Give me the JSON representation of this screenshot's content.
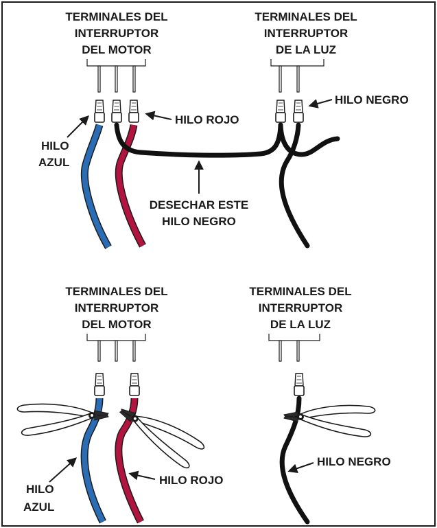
{
  "colors": {
    "border": "#1a1a1a",
    "blue_wire": "#2a6db5",
    "red_wire": "#b0143f",
    "black_wire": "#111111",
    "background": "#ffffff"
  },
  "top_diagram": {
    "motor_switch": {
      "line1": "TERMINALES DEL",
      "line2": "INTERRUPTOR",
      "line3": "DEL MOTOR"
    },
    "light_switch": {
      "line1": "TERMINALES DEL",
      "line2": "INTERRUPTOR",
      "line3": "DE LA LUZ"
    },
    "red_wire_label": "HILO ROJO",
    "black_wire_label": "HILO NEGRO",
    "blue_wire_label": {
      "line1": "HILO",
      "line2": "AZUL"
    },
    "discard_label": {
      "line1": "DESECHAR ESTE",
      "line2": "HILO NEGRO"
    }
  },
  "bottom_diagram": {
    "motor_switch": {
      "line1": "TERMINALES DEL",
      "line2": "INTERRUPTOR",
      "line3": "DEL MOTOR"
    },
    "light_switch": {
      "line1": "TERMINALES DEL",
      "line2": "INTERRUPTOR",
      "line3": "DE LA LUZ"
    },
    "blue_wire_label": {
      "line1": "HILO",
      "line2": "AZUL"
    },
    "red_wire_label": "HILO ROJO",
    "black_wire_label": "HILO NEGRO"
  }
}
